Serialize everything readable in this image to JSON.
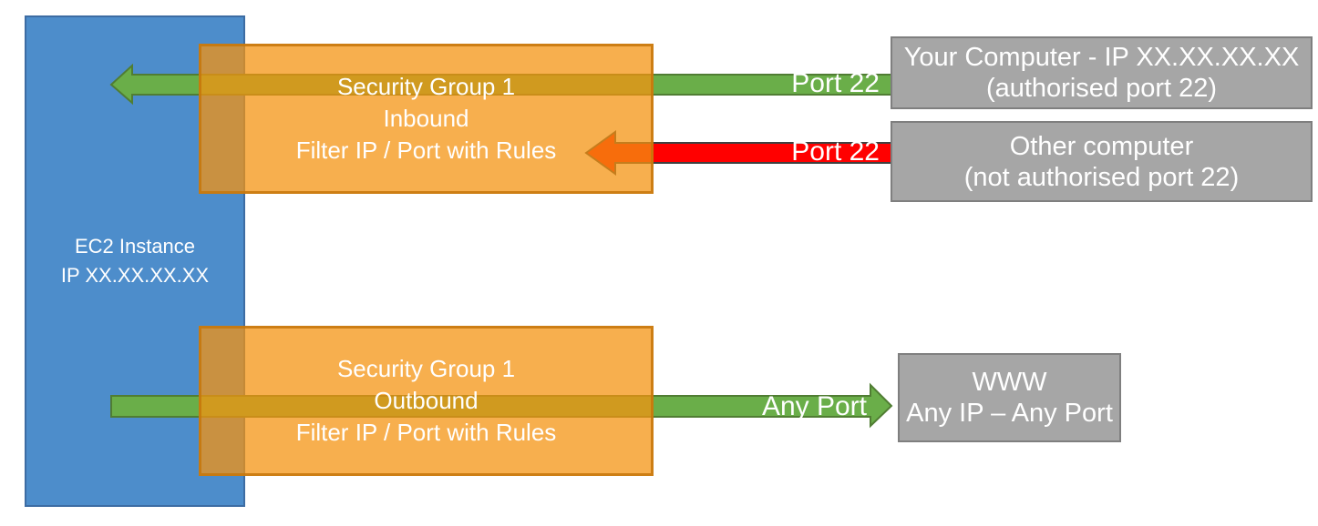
{
  "colors": {
    "ec2_blue": "#4D8DCB",
    "sg_orange": "#F39310",
    "allowed_green": "#6AAE49",
    "blocked_red": "#FF0000",
    "endpoint_gray": "#A6A6A6"
  },
  "ec2": {
    "name": "EC2 Instance",
    "ip": "IP XX.XX.XX.XX"
  },
  "sg_inbound": {
    "title": "Security Group 1",
    "direction": "Inbound",
    "rule": "Filter IP / Port with Rules"
  },
  "sg_outbound": {
    "title": "Security Group 1",
    "direction": "Outbound",
    "rule": "Filter IP / Port with Rules"
  },
  "your_computer": {
    "title": "Your Computer - IP XX.XX.XX.XX",
    "subtitle": "(authorised port 22)"
  },
  "other_computer": {
    "title": "Other computer",
    "subtitle": "(not authorised port 22)"
  },
  "www": {
    "title": "WWW",
    "subtitle": "Any IP – Any Port"
  },
  "arrows": {
    "inbound_allowed_label": "Port 22",
    "inbound_blocked_label": "Port 22",
    "outbound_label": "Any Port"
  }
}
